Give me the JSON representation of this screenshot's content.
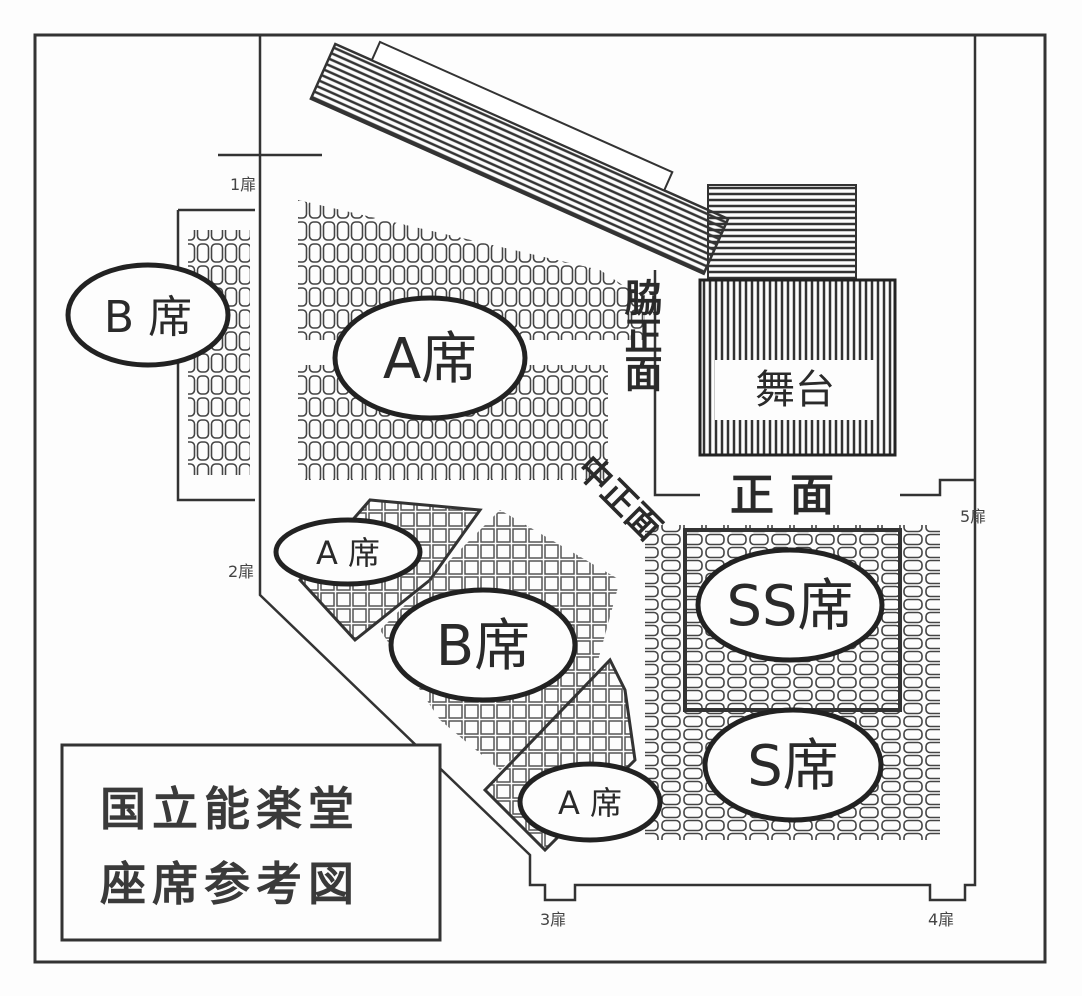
{
  "title": {
    "line1": "国立能楽堂",
    "line2": "座席参考図"
  },
  "stage_label": "舞台",
  "directions": {
    "shomen": "正面",
    "wakishomen": "脇正面",
    "nakashomen": "中正面"
  },
  "doors": {
    "d1": "1扉",
    "d2": "2扉",
    "d3": "3扉",
    "d4": "4扉",
    "d5": "5扉"
  },
  "sections": {
    "b_left": "B 席",
    "a_top": "A席",
    "a_left_small": "A 席",
    "b_center": "B席",
    "a_bottom_small": "A 席",
    "ss": "SS席",
    "s": "S席"
  },
  "colors": {
    "ink": "#2a2a2a",
    "paper": "#fdfdfd"
  }
}
